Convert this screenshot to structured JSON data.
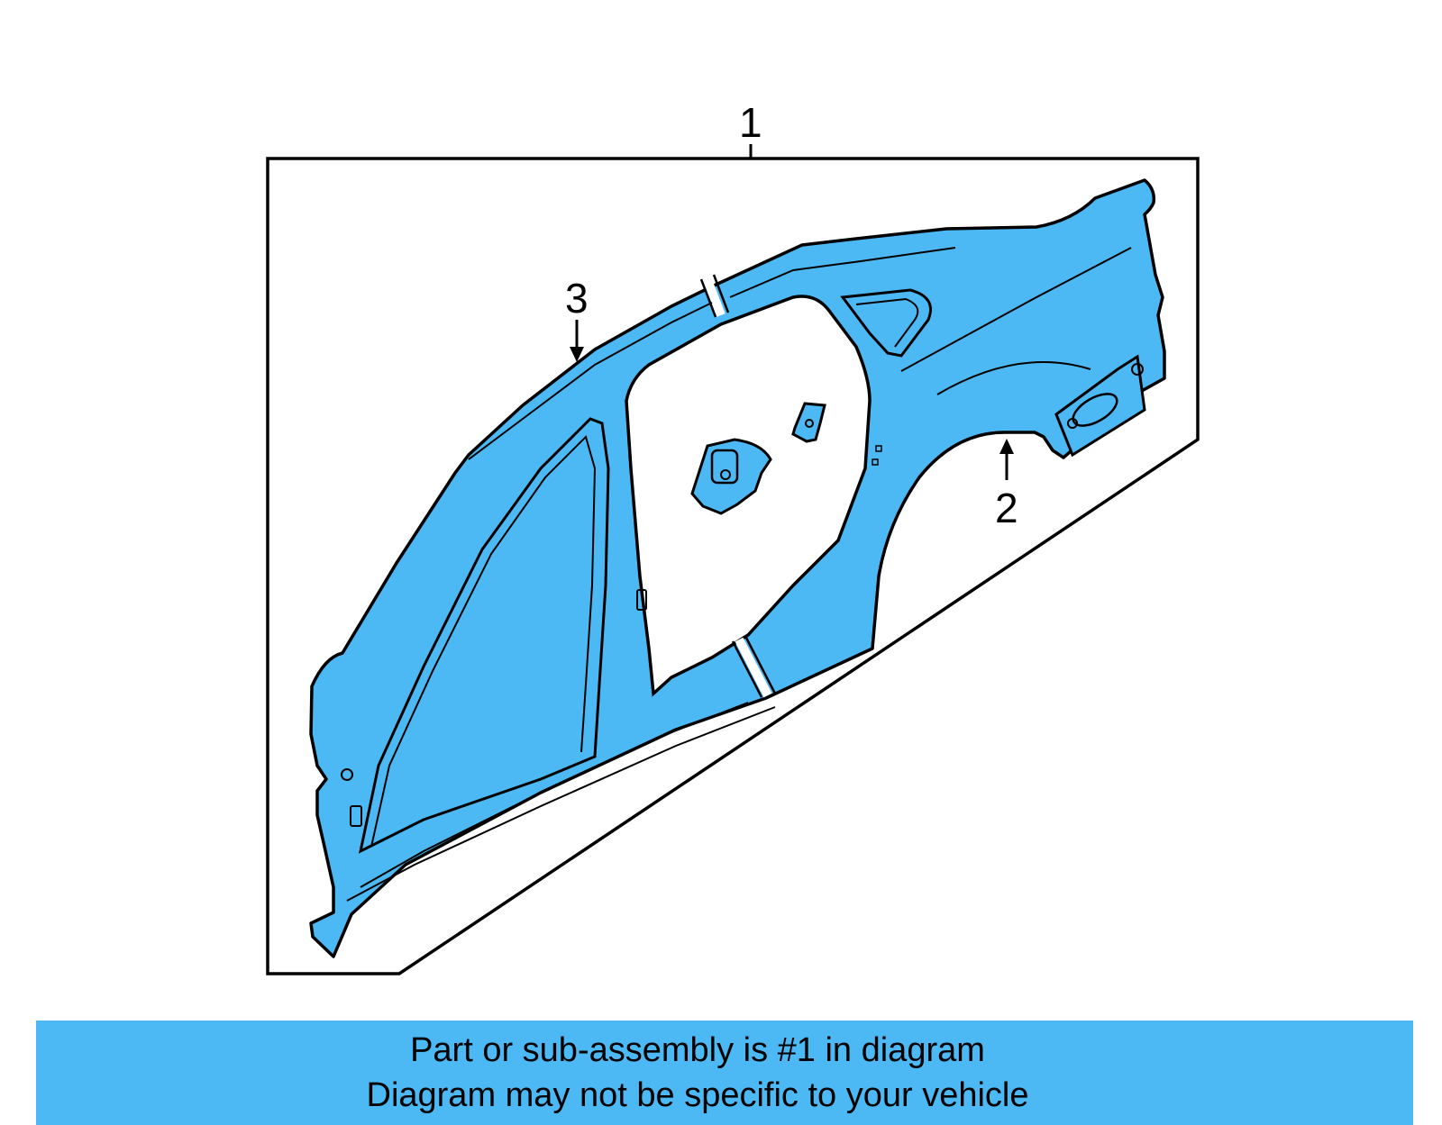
{
  "callouts": {
    "c1": "1",
    "c2": "2",
    "c3": "3"
  },
  "banner": {
    "line1": "Part or sub-assembly is #1 in diagram",
    "line2": "Diagram may not be specific to your vehicle"
  },
  "colors": {
    "part_fill": "#4cb9f5",
    "outline": "#000000",
    "banner_bg": "#4cb9f5"
  }
}
